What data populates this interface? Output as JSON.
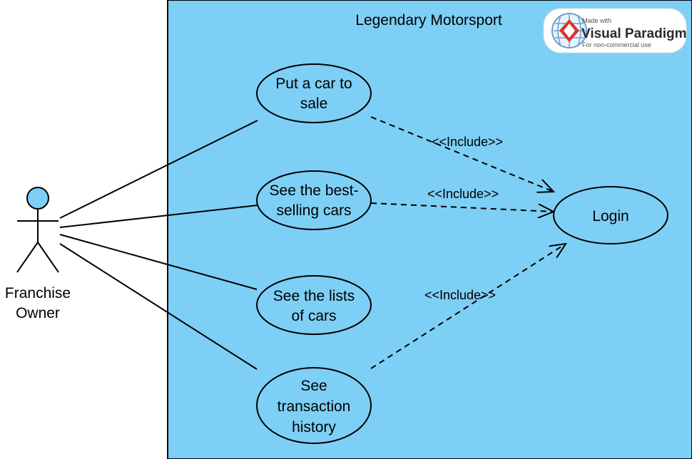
{
  "diagram": {
    "type": "uml-use-case",
    "colors": {
      "system_fill": "#7ecff5",
      "usecase_fill": "#7ecff5",
      "actor_head_fill": "#7ecff5",
      "stroke": "#000000"
    },
    "system": {
      "title": "Legendary Motorsport"
    },
    "actor": {
      "name_line1": "Franchise",
      "name_line2": "Owner"
    },
    "use_cases": {
      "put_car": {
        "line1": "Put a car to",
        "line2": "sale"
      },
      "best_selling": {
        "line1": "See the best-",
        "line2": "selling cars"
      },
      "lists": {
        "line1": "See the lists",
        "line2": "of cars"
      },
      "history": {
        "line1": "See",
        "line2": "transaction",
        "line3": "history"
      },
      "login": {
        "label": "Login"
      }
    },
    "relationships": {
      "include_1": "<<Include>>",
      "include_2": "<<Include>>",
      "include_3": "<<Include>>"
    },
    "watermark": {
      "made_with": "Made with",
      "brand": "Visual Paradigm",
      "note": "For non-commercial use",
      "icon": "visual-paradigm-logo-icon"
    }
  }
}
